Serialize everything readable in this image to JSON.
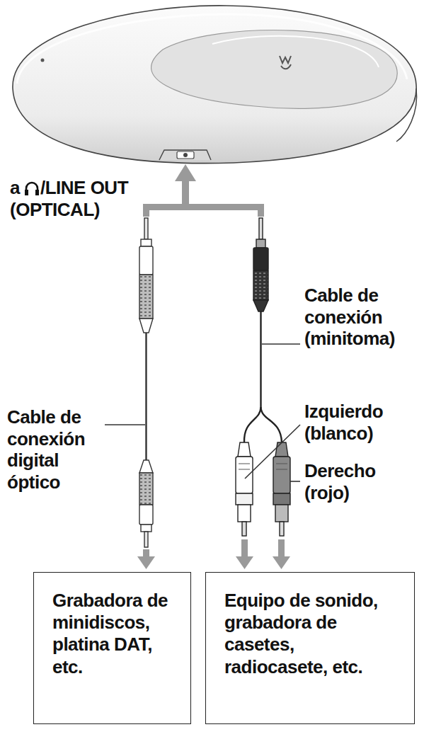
{
  "diagram": {
    "nodes": [
      {
        "text": [
          "Grabadora de minidiscos, platina DAT, etc."
        ]
      },
      {
        "text": [
          "Equipo de sonido, grabadora de casetes, radiocasete, etc."
        ]
      }
    ],
    "labels": [
      "a",
      "/LINE OUT (OPTICAL)",
      "Cable de conexión digital óptico",
      "Cable de conexión (minitoma)",
      "Izquierdo (blanco)",
      "Derecho (rojo)"
    ]
  }
}
